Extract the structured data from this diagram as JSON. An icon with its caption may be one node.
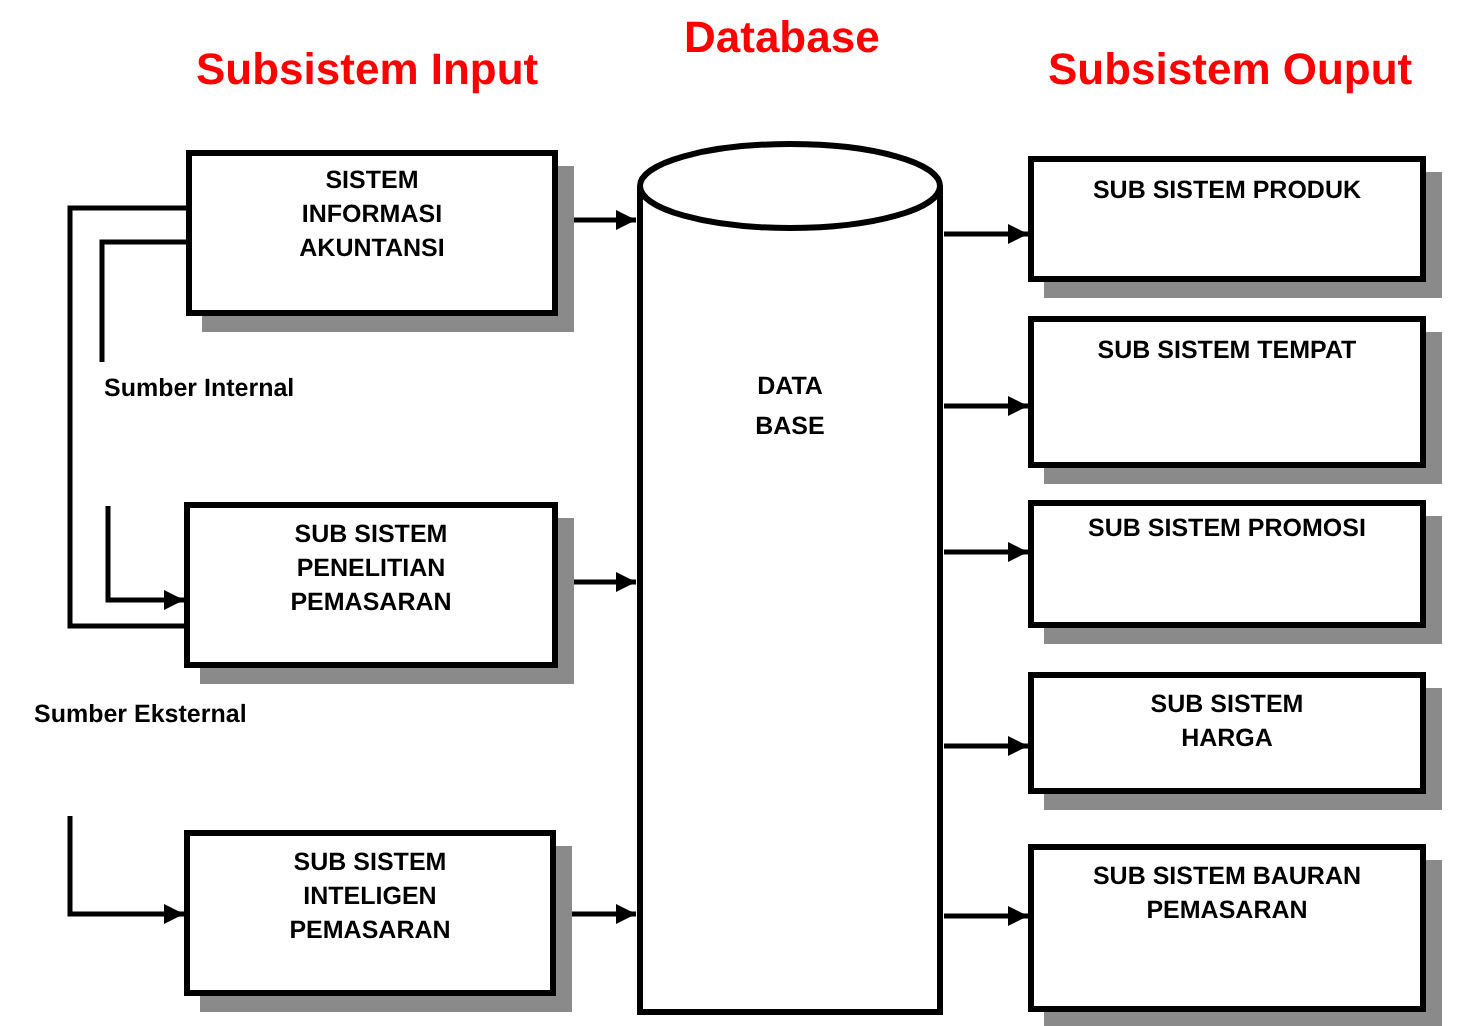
{
  "diagram": {
    "nodes": [
      {
        "text": [
          "SISTEM INFORMASI AKUNTANSI"
        ]
      },
      {
        "text": [
          "Sumber Internal"
        ]
      },
      {
        "text": [
          "SUB SISTEM PENELITIAN PEMASARAN"
        ]
      },
      {
        "text": [
          "Sumber Eksternal"
        ]
      },
      {
        "text": [
          "SUB SISTEM INTELIGEN PEMASARAN"
        ]
      },
      {
        "text": [
          "DATA BASE"
        ]
      },
      {
        "text": [
          "SUB SISTEM PRODUK"
        ]
      },
      {
        "text": [
          "SUB SISTEM TEMPAT"
        ]
      },
      {
        "text": [
          "SUB SISTEM PROMOSI"
        ]
      },
      {
        "text": [
          "SUB SISTEM HARGA"
        ]
      },
      {
        "text": [
          "SUB SISTEM BAURAN PEMASARAN"
        ]
      }
    ],
    "edges": [
      {
        "from": 0,
        "to": 5,
        "arrow": "to"
      },
      {
        "from": 2,
        "to": 5,
        "arrow": "to"
      },
      {
        "from": 4,
        "to": 5,
        "arrow": "to"
      },
      {
        "from": 5,
        "to": 6,
        "arrow": "to"
      },
      {
        "from": 5,
        "to": 7,
        "arrow": "to"
      },
      {
        "from": 5,
        "to": 8,
        "arrow": "to"
      },
      {
        "from": 5,
        "to": 9,
        "arrow": "to"
      },
      {
        "from": 5,
        "to": 10,
        "arrow": "to"
      },
      {
        "from": 0,
        "to": 2,
        "arrow": "none"
      },
      {
        "from": 0,
        "to": 1,
        "arrow": "none"
      },
      {
        "from": null,
        "to": 2,
        "arrow": "to"
      },
      {
        "from": 3,
        "to": 4,
        "arrow": "to"
      }
    ],
    "labels": [
      "Subsistem Input",
      "Database",
      "Subsistem Ouput"
    ]
  }
}
